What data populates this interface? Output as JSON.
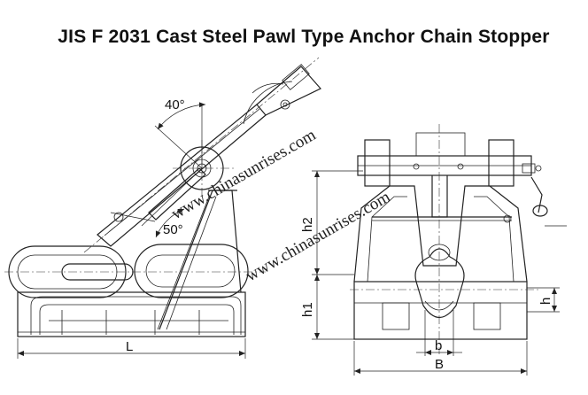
{
  "title": "JIS F 2031 Cast Steel Pawl Type Anchor Chain Stopper",
  "watermark": "www.chinasunrises.com",
  "labels": {
    "angle_top": "40°",
    "angle_bottom": "50°",
    "length": "L",
    "height_upper": "h2",
    "height_lower": "h1",
    "height_small": "h",
    "width_small": "b",
    "width_overall": "B"
  }
}
